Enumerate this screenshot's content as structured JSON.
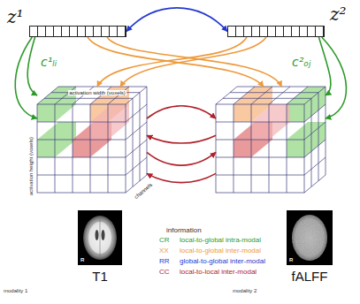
{
  "diagram": {
    "nodes": [
      {
        "text": [
          "z¹"
        ]
      },
      {
        "text": [
          "z²"
        ]
      },
      {
        "text": [
          "c¹ₗᵢ",
          "activation width (voxels)",
          "activation height (voxels)",
          "channels"
        ]
      },
      {
        "text": [
          "c²ₒⱼ"
        ]
      },
      {
        "text": [
          "R",
          "T1"
        ]
      },
      {
        "text": [
          "R",
          "fALFF"
        ]
      }
    ],
    "edges": [
      {
        "from": 0,
        "to": 1,
        "arrow": "both"
      },
      {
        "from": 0,
        "to": 2,
        "arrow": "to"
      },
      {
        "from": 0,
        "to": 2,
        "arrow": "to"
      },
      {
        "from": 0,
        "to": 3,
        "arrow": "to"
      },
      {
        "from": 0,
        "to": 3,
        "arrow": "to"
      },
      {
        "from": 1,
        "to": 2,
        "arrow": "to"
      },
      {
        "from": 1,
        "to": 2,
        "arrow": "to"
      },
      {
        "from": 1,
        "to": 3,
        "arrow": "to"
      },
      {
        "from": 1,
        "to": 3,
        "arrow": "to"
      },
      {
        "from": 2,
        "to": 3,
        "arrow": "to"
      },
      {
        "from": 2,
        "to": 3,
        "arrow": "to"
      },
      {
        "from": 3,
        "to": 2,
        "arrow": "to"
      },
      {
        "from": 3,
        "to": 2,
        "arrow": "to"
      }
    ],
    "labels": [
      "information",
      "CR",
      "XX",
      "RR",
      "CC",
      "modality 1",
      "modality 2"
    ],
    "legend": [
      {
        "text": "local-to-global intra-modal",
        "color": "#2e9a2a"
      },
      {
        "text": "local-to-global inter-modal",
        "color": "#ee9a3a"
      },
      {
        "text": "global-to-global inter-modal",
        "color": "#2438d0"
      },
      {
        "text": "local-to-local inter-modal",
        "color": "#b0202a"
      }
    ]
  }
}
